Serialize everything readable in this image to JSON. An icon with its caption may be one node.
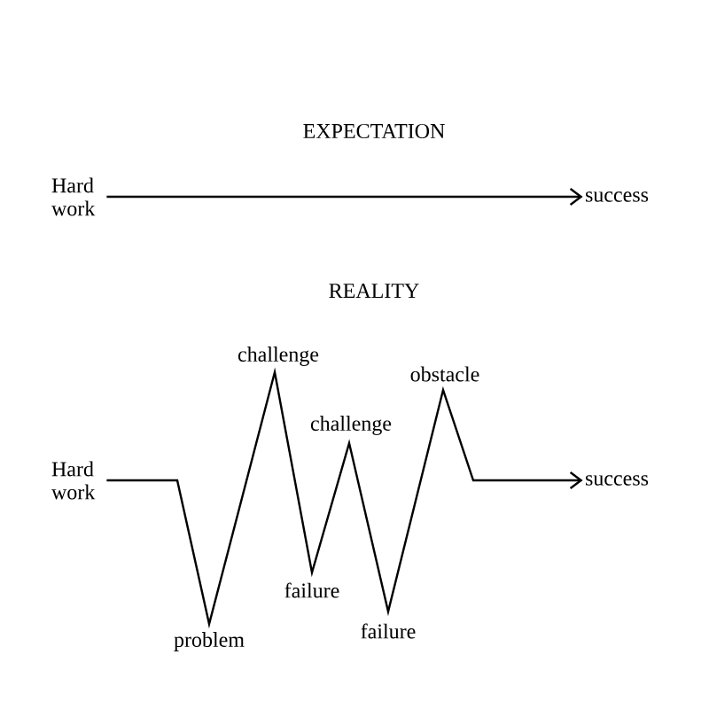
{
  "diagram": {
    "nodes": [
      {
        "text": [
          "Hard work"
        ]
      },
      {
        "text": [
          "success"
        ]
      },
      {
        "text": [
          "Hard work"
        ]
      },
      {
        "text": [
          "success"
        ]
      }
    ],
    "edges": [
      {
        "from": 0,
        "to": 1,
        "arrow": "to"
      },
      {
        "from": 2,
        "to": 3,
        "arrow": "to"
      }
    ],
    "labels": [
      "EXPECTATION",
      "REALITY",
      "challenge",
      "challenge",
      "obstacle",
      "failure",
      "failure",
      "problem"
    ]
  }
}
